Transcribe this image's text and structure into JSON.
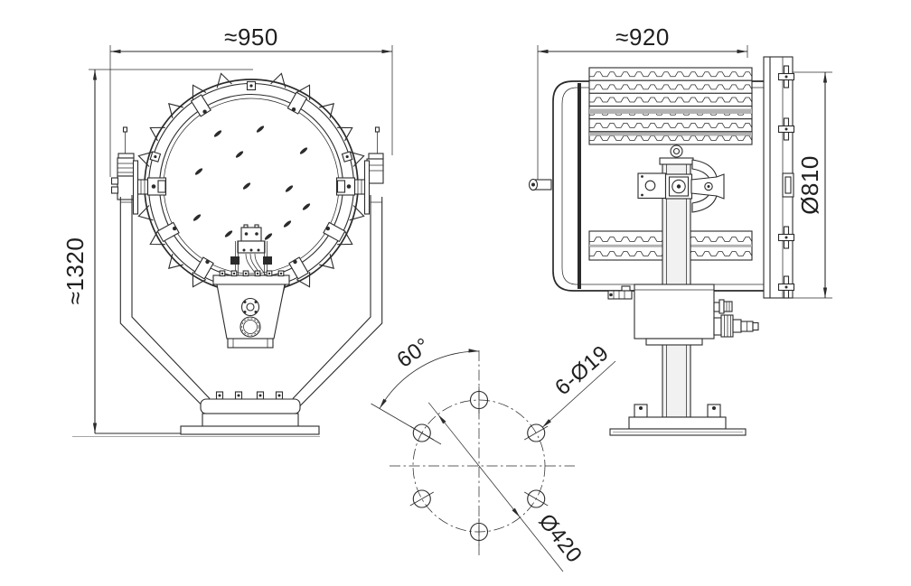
{
  "drawing": {
    "type": "technical_drawing_3_views",
    "background": "#ffffff",
    "colors": {
      "line": "#2b2b2b",
      "light_line": "#a6a6a6",
      "text": "#1f1f1f"
    },
    "front_view": {
      "dim_width": "≈950",
      "dim_height": "≈1320"
    },
    "side_view": {
      "dim_width": "≈920",
      "dim_drum_diameter": "Ø810"
    },
    "bolt_circle_detail": {
      "dim_hole_spacing_angle": "60°",
      "dim_holes": "6-Ø19",
      "dim_bolt_circle_diameter": "Ø420",
      "hole_count": 6,
      "hole_angles_deg": [
        30,
        90,
        150,
        210,
        270,
        330
      ]
    }
  }
}
